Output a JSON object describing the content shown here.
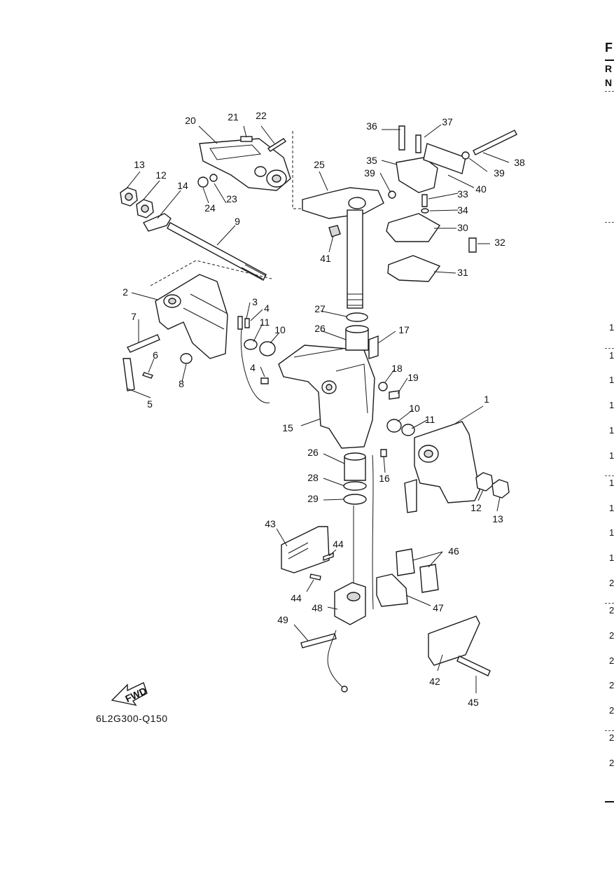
{
  "drawing_code": "6L2G300-Q150",
  "fwd_label": "FWD",
  "callouts": [
    "1",
    "2",
    "3",
    "4",
    "5",
    "6",
    "7",
    "8",
    "9",
    "10",
    "11",
    "12",
    "13",
    "14",
    "15",
    "16",
    "17",
    "18",
    "19",
    "20",
    "21",
    "22",
    "23",
    "24",
    "25",
    "26",
    "27",
    "28",
    "29",
    "30",
    "31",
    "32",
    "33",
    "34",
    "35",
    "36",
    "37",
    "38",
    "39",
    "40",
    "41",
    "42",
    "43",
    "44",
    "45",
    "46",
    "47",
    "48",
    "49"
  ],
  "right_edge": {
    "letters": [
      "F",
      "R",
      "N"
    ],
    "row_numbers": [
      "1",
      "1",
      "1",
      "1",
      "1",
      "1",
      "1",
      "1",
      "1",
      "1",
      "2",
      "2",
      "2",
      "2",
      "2",
      "2",
      "2",
      "2"
    ]
  }
}
